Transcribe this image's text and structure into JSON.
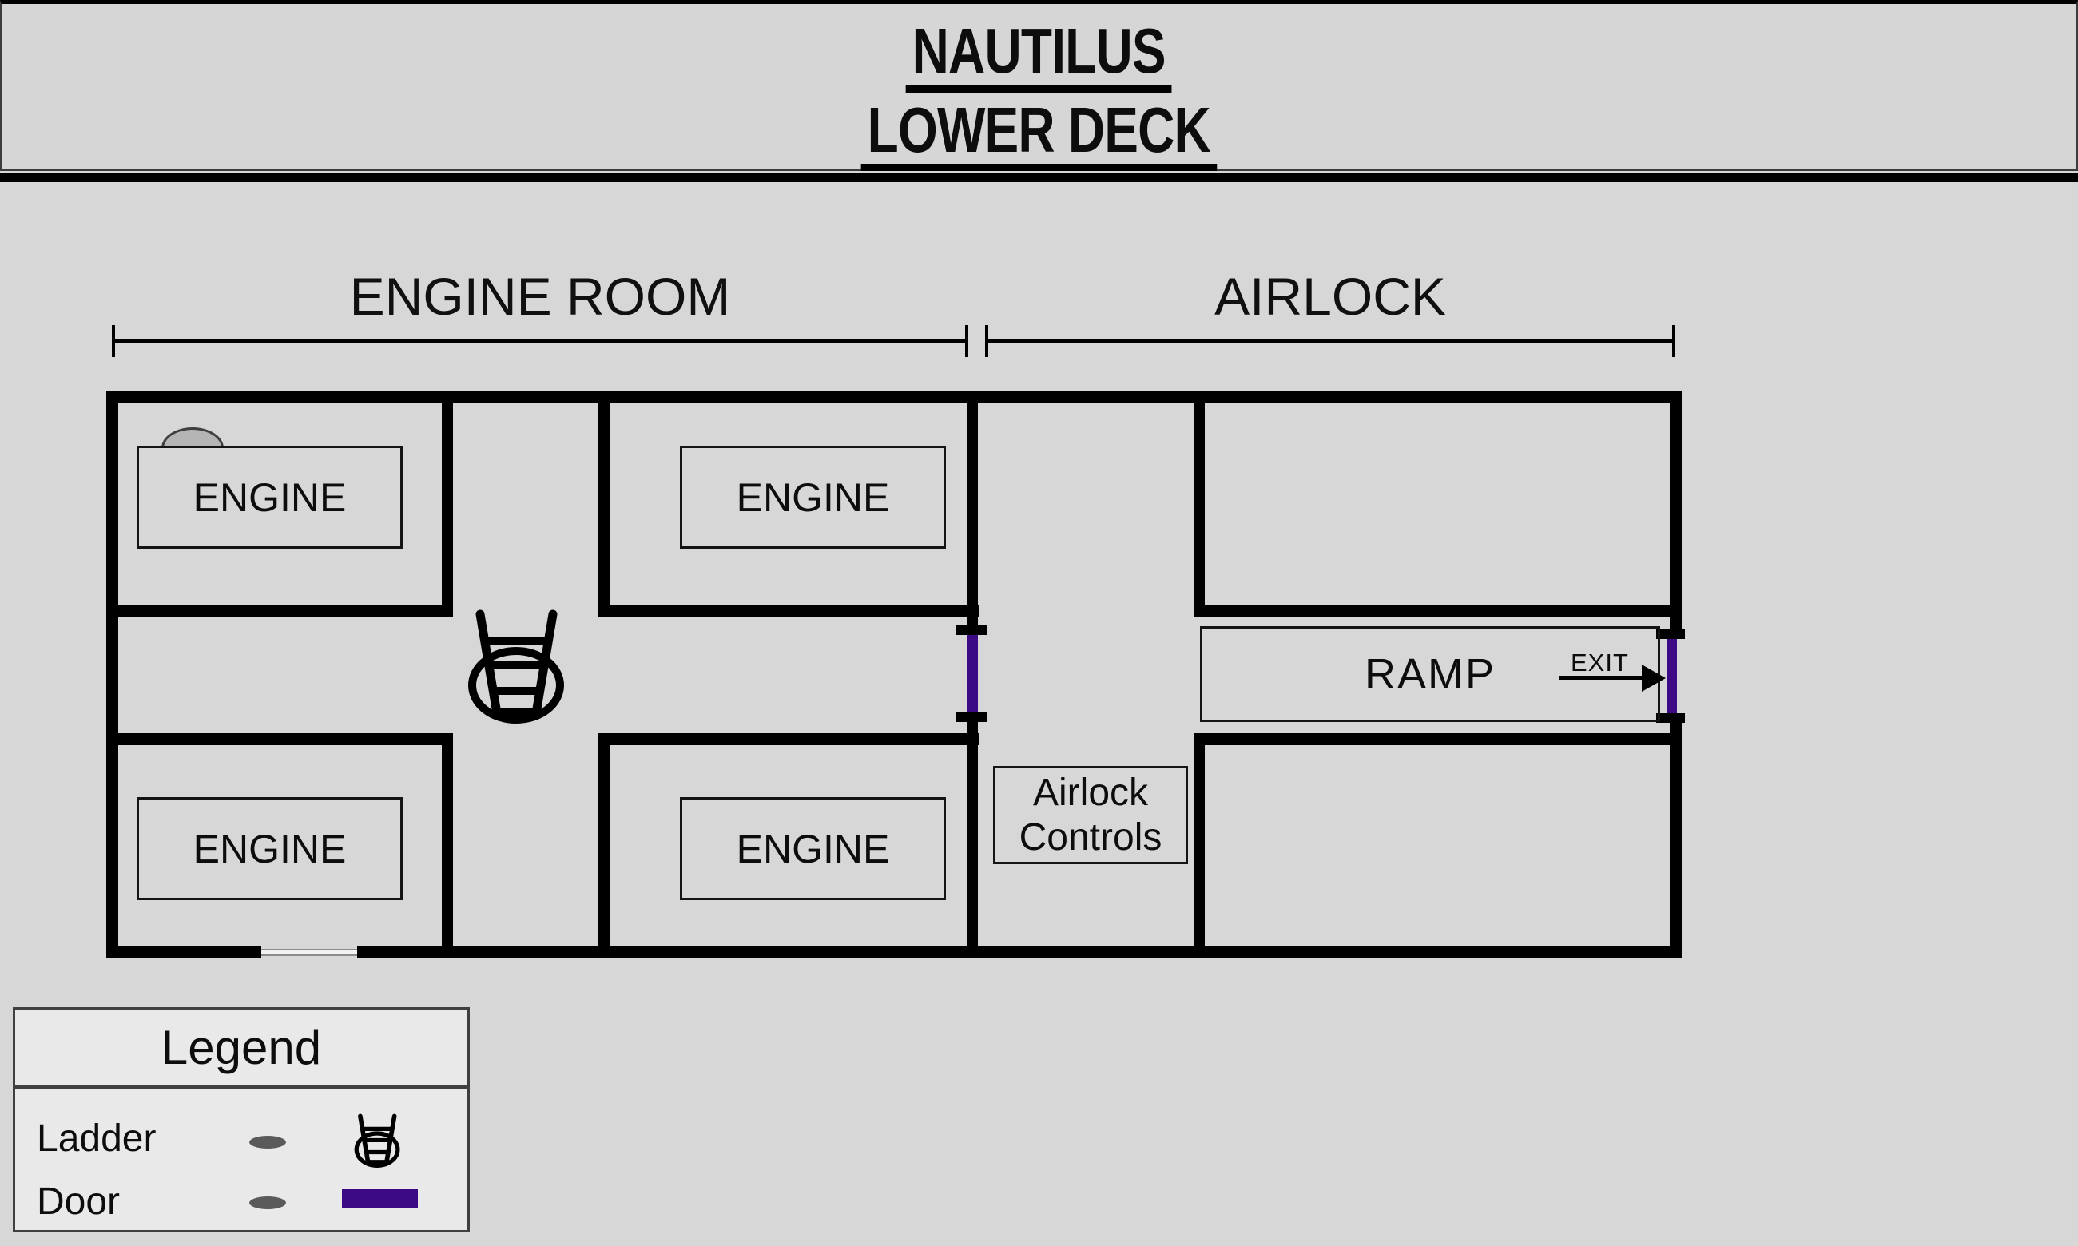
{
  "title": {
    "line1": "NAUTILUS",
    "line2": "LOWER DECK"
  },
  "sections": {
    "engine_room": "ENGINE ROOM",
    "airlock": "AIRLOCK"
  },
  "plan": {
    "engine_labels": [
      "ENGINE",
      "ENGINE",
      "ENGINE",
      "ENGINE"
    ],
    "ramp_label": "RAMP",
    "exit_label": "EXIT",
    "airlock_controls": {
      "line1": "Airlock",
      "line2": "Controls"
    }
  },
  "legend": {
    "title": "Legend",
    "items": [
      {
        "label": "Ladder",
        "symbol": "ladder-icon"
      },
      {
        "label": "Door",
        "symbol": "door-swatch"
      }
    ]
  },
  "colors": {
    "page_bg": "#d7d7d7",
    "band_bg": "#d6d6d6",
    "wall": "#000000",
    "door": "#3c0a85",
    "legend_bg": "#e9e9e9",
    "dome_fill": "#b4b4b4",
    "lens_fill": "#5a5a5a",
    "hatch_fill": "#f2f2f2"
  }
}
